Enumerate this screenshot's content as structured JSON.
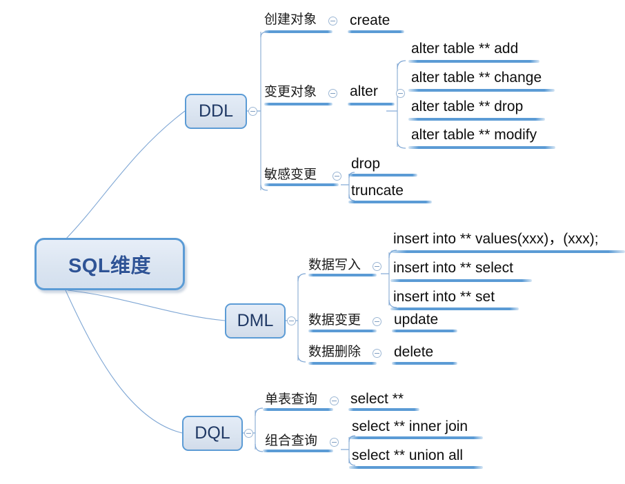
{
  "diagram": {
    "title": "SQL维度",
    "type": "mindmap",
    "accent_color": "#5b9bd5",
    "node_fill": "#dce6f2",
    "root_text_color": "#2f5496",
    "category_text_color": "#1f3864",
    "leaf_text_color": "#0d0d0d",
    "toggle_icon": "collapse-minus-icon"
  },
  "root": {
    "label": "SQL维度"
  },
  "categories": [
    {
      "id": "ddl",
      "label": "DDL"
    },
    {
      "id": "dml",
      "label": "DML"
    },
    {
      "id": "dql",
      "label": "DQL"
    }
  ],
  "ddl": {
    "label": "DDL",
    "branches": [
      {
        "label": "创建对象",
        "value": "create",
        "children": []
      },
      {
        "label": "变更对象",
        "value": "alter",
        "children": [
          "alter table ** add",
          "alter table ** change",
          "alter table ** drop",
          "alter table ** modify"
        ]
      },
      {
        "label": "敏感变更",
        "value": "",
        "children": [
          "drop",
          "truncate"
        ]
      }
    ]
  },
  "dml": {
    "label": "DML",
    "branches": [
      {
        "label": "数据写入",
        "value": "",
        "children": [
          "insert into ** values(xxx)，(xxx);",
          "insert into ** select",
          "insert into ** set"
        ]
      },
      {
        "label": "数据变更",
        "value": "update",
        "children": []
      },
      {
        "label": "数据删除",
        "value": "delete",
        "children": []
      }
    ]
  },
  "dql": {
    "label": "DQL",
    "branches": [
      {
        "label": "单表查询",
        "value": "select **",
        "children": []
      },
      {
        "label": "组合查询",
        "value": "",
        "children": [
          "select ** inner join",
          "select ** union all"
        ]
      }
    ]
  }
}
